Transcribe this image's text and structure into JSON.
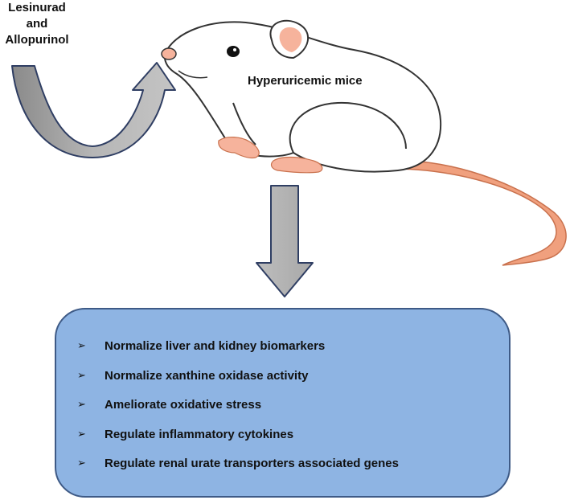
{
  "drug": {
    "lines": [
      "Lesinurad",
      "and",
      "Allopurinol"
    ]
  },
  "mouse": {
    "label": "Hyperuricemic mice"
  },
  "effects": {
    "bullet_icon": "arrowhead-bullet-icon",
    "items": [
      "Normalize liver and kidney biomarkers",
      "Normalize xanthine oxidase activity",
      "Ameliorate oxidative stress",
      "Regulate inflammatory cytokines",
      "Regulate renal urate transporters associated genes"
    ]
  },
  "colors": {
    "arrow_fill": "#b3b3b3",
    "arrow_outline": "#2f3e63",
    "box_fill": "#8eb4e3",
    "box_border": "#3e5a86",
    "mouse_pink": "#f6b39c",
    "tail": "#f0a07e"
  }
}
